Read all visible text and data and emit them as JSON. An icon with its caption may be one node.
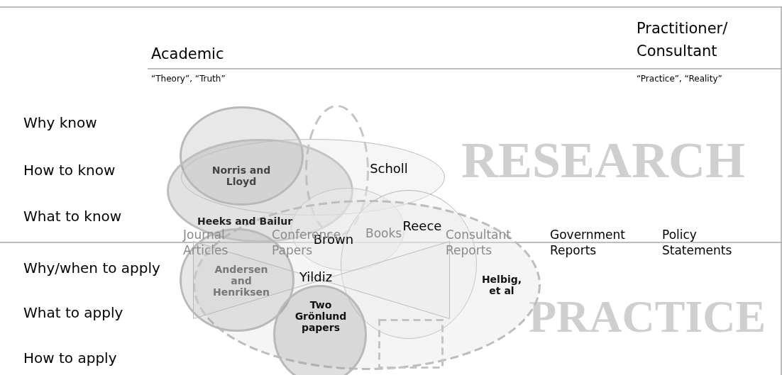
{
  "diagram": {
    "nodes": [
      {
        "text": [
          "Norris and Lloyd"
        ]
      },
      {
        "text": [],
        "shape": "ellipse"
      },
      {
        "text": [
          "Heeks and Bailur"
        ]
      },
      {
        "text": [
          "Scholl"
        ]
      },
      {
        "text": [
          "Brown"
        ]
      },
      {
        "text": [
          "Reece"
        ]
      },
      {
        "text": [
          "Helbig, et al"
        ]
      },
      {
        "text": [
          "Andersen and Henriksen"
        ]
      },
      {
        "text": [
          "Yildiz"
        ],
        "in": 6
      },
      {
        "text": [
          "Two Grönlund papers"
        ]
      },
      {
        "text": [],
        "shape": "box",
        "in": 6
      }
    ],
    "edges": [],
    "labels": [
      "Practitioner/ Consultant",
      "Academic",
      "“Theory”, “Truth”",
      "“Practice”, “Reality”",
      "Why know",
      "How to know",
      "What to know",
      "Journal Articles",
      "Conference Papers",
      "Books",
      "Consultant Reports",
      "Government Reports",
      "Policy Statements",
      "Why/when to apply",
      "What to apply",
      "How to apply",
      "RESEARCH",
      "PRACTICE"
    ]
  }
}
